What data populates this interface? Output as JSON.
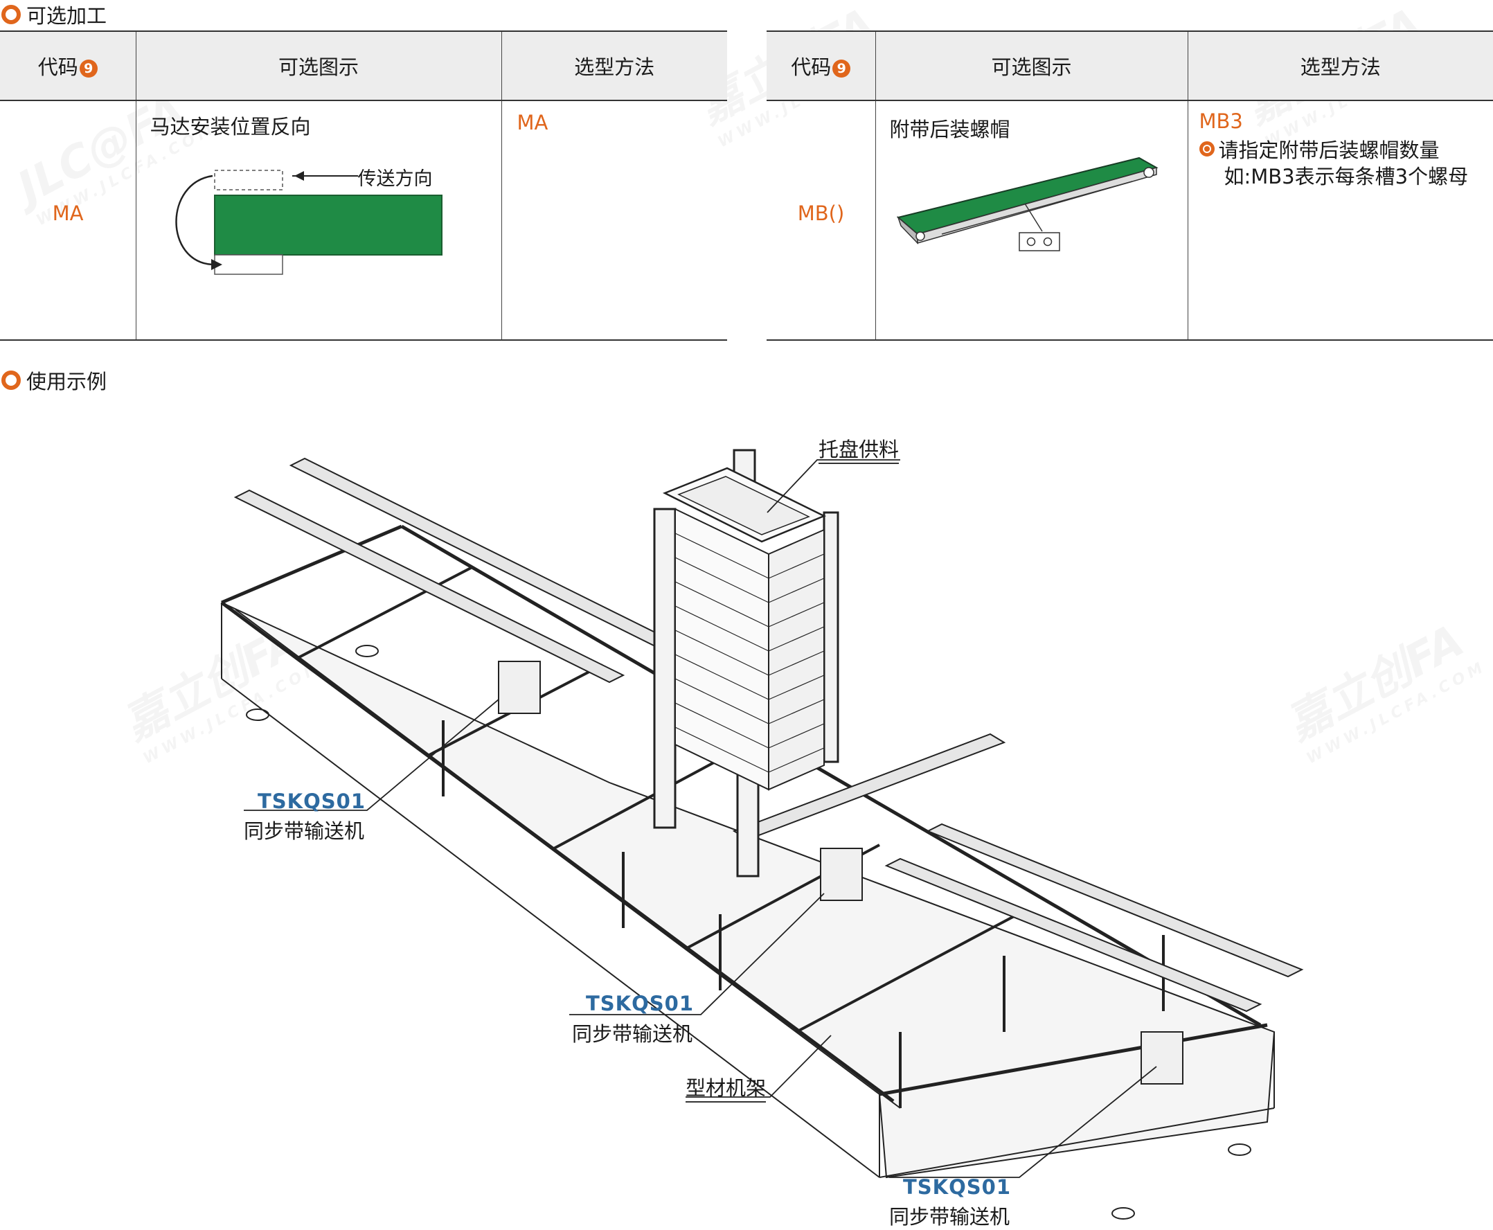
{
  "sections": {
    "optional_processing": "可选加工",
    "usage_example": "使用示例"
  },
  "badge_number": "9",
  "table_left": {
    "headers": {
      "code": "代码",
      "diagram": "可选图示",
      "method": "选型方法"
    },
    "row": {
      "code": "MA",
      "diagram_title": "马达安装位置反向",
      "direction_label": "传送方向",
      "method": "MA"
    }
  },
  "table_right": {
    "headers": {
      "code": "代码",
      "diagram": "可选图示",
      "method": "选型方法"
    },
    "row": {
      "code": "MB()",
      "diagram_title": "附带后装螺帽",
      "method_code": "MB3",
      "method_line1": "请指定附带后装螺帽数量",
      "method_line2": "如:MB3表示每条槽3个螺母"
    }
  },
  "illustration": {
    "tray_supply": "托盘供料",
    "frame": "型材机架",
    "conveyors": [
      {
        "code": "TSKQS01",
        "name": "同步带输送机"
      },
      {
        "code": "TSKQS01",
        "name": "同步带输送机"
      },
      {
        "code": "TSKQS01",
        "name": "同步带输送机"
      }
    ]
  },
  "watermark": {
    "brand": "JLC@FA",
    "cn": "嘉立创FA",
    "url": "WWW.JLCFA.COM"
  },
  "colors": {
    "accent": "#e0661c",
    "code_blue": "#2d6aa0",
    "belt_green": "#1f8b45",
    "header_bg": "#ededed"
  }
}
